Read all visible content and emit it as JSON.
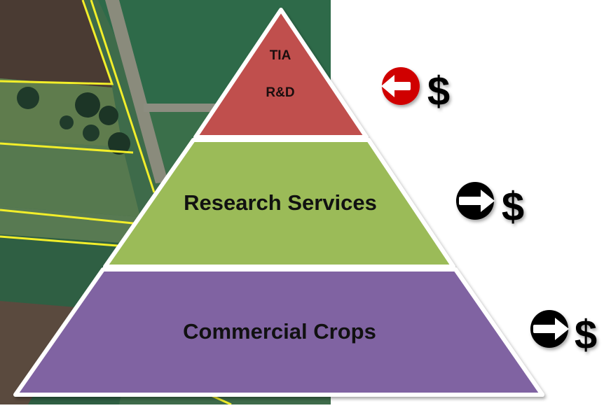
{
  "pyramid": {
    "tiers": [
      {
        "lines": [
          "TIA",
          "R&D"
        ],
        "color": "#c0504d",
        "flow": "out",
        "flow_color": "#d00000"
      },
      {
        "lines": [
          "Research Services"
        ],
        "color": "#9bbb59",
        "flow": "in",
        "flow_color": "#000000"
      },
      {
        "lines": [
          "Commercial Crops"
        ],
        "color": "#8064a2",
        "flow": "in",
        "flow_color": "#000000"
      }
    ],
    "currency_symbol": "$"
  },
  "icons": {
    "arrow_out": "arrow-left-circle-icon",
    "arrow_in": "arrow-right-circle-icon"
  }
}
